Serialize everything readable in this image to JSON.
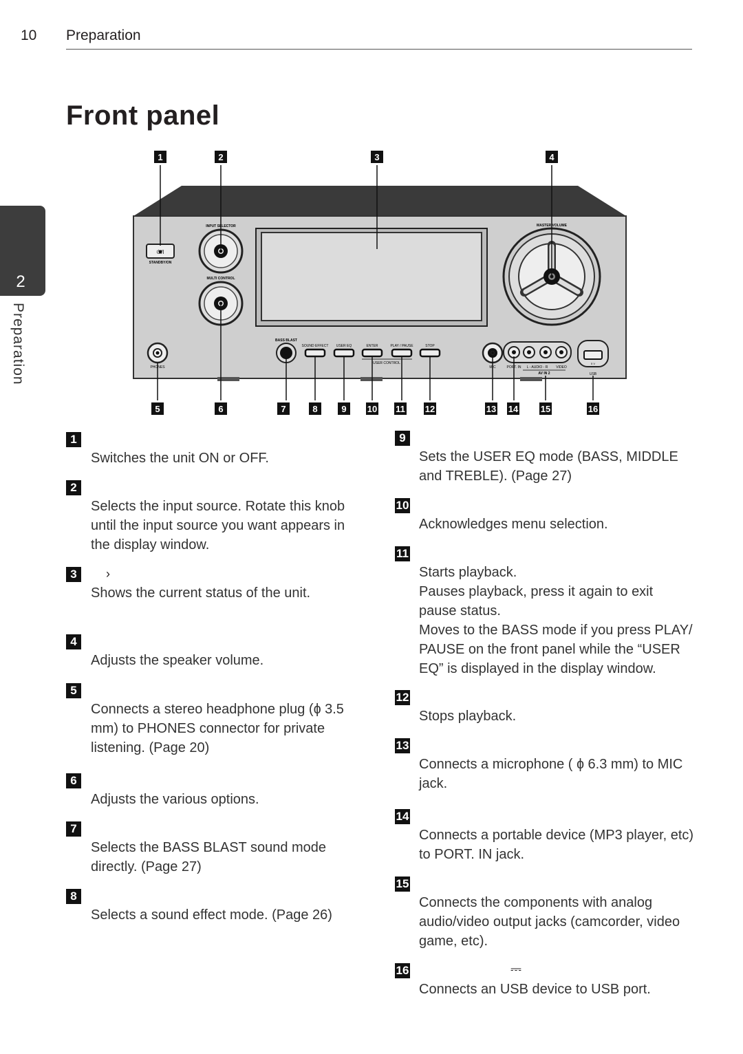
{
  "header": {
    "page_number": "10",
    "section": "Preparation"
  },
  "title": "Front panel",
  "side_tab": {
    "number": "2",
    "label": "Preparation"
  },
  "diagram": {
    "panel_labels": {
      "input_selector": "INPUT SELECTOR",
      "standby": "STANDBY/ON",
      "power": "⏻/I",
      "multi_control": "MULTI CONTROL",
      "master_volume": "MASTER VOLUME",
      "phones": "PHONES",
      "bass_blast": "BASS BLAST",
      "sound_effect": "SOUND EFFECT",
      "user_eq": "USER EQ",
      "enter": "ENTER",
      "play_pause": "PLAY / PAUSE",
      "stop": "STOP",
      "user_control": "USER CONTROL",
      "mic": "MIC",
      "port_in": "PORT. IN",
      "audio_in": "L - AUDIO - R",
      "video": "VIDEO",
      "av_in": "AV IN 2",
      "usb": "USB",
      "usb_rating": "5 V"
    },
    "callouts_top": [
      "1",
      "2",
      "3",
      "4"
    ],
    "callouts_bottom": [
      "5",
      "6",
      "7",
      "8",
      "9",
      "10",
      "11",
      "12",
      "13",
      "14",
      "15",
      "16"
    ]
  },
  "left_items": [
    {
      "num": "1",
      "symbol": "",
      "desc": "Switches the unit ON or OFF."
    },
    {
      "num": "2",
      "symbol": "",
      "desc": "Selects the input source. Rotate this knob until the input source you want appears in the display window."
    },
    {
      "num": "3",
      "symbol": "›",
      "desc": "Shows the current status of the unit."
    },
    {
      "num": "4",
      "symbol": "",
      "desc": "Adjusts the speaker volume."
    },
    {
      "num": "5",
      "symbol": "",
      "desc": "Connects a stereo headphone plug (ɸ 3.5 mm) to PHONES connector for private listening. (Page 20)"
    },
    {
      "num": "6",
      "symbol": "",
      "desc": "Adjusts the various options."
    },
    {
      "num": "7",
      "symbol": "",
      "desc": "Selects the BASS BLAST sound mode directly. (Page 27)"
    },
    {
      "num": "8",
      "symbol": "",
      "desc": "Selects a sound effect mode. (Page 26)"
    }
  ],
  "right_items": [
    {
      "num": "9",
      "symbol": "",
      "desc": "Sets the USER EQ mode (BASS, MIDDLE and TREBLE). (Page 27)"
    },
    {
      "num": "10",
      "symbol": "",
      "desc": "Acknowledges menu selection."
    },
    {
      "num": "11",
      "symbol": "",
      "desc": "Starts playback.\nPauses playback, press it again to exit pause status.\nMoves to the BASS mode if you press PLAY/ PAUSE on the front panel while the “USER EQ” is displayed in the display window."
    },
    {
      "num": "12",
      "symbol": "",
      "desc": "Stops playback."
    },
    {
      "num": "13",
      "symbol": "",
      "desc": "Connects a microphone ( ɸ 6.3 mm) to MIC jack."
    },
    {
      "num": "14",
      "symbol": "",
      "desc": "Connects a portable device (MP3 player, etc) to PORT. IN jack."
    },
    {
      "num": "15",
      "symbol": "",
      "desc": "Connects the components with analog audio/video output jacks (camcorder, video game, etc)."
    },
    {
      "num": "16",
      "symbol": "⎓",
      "desc": "Connects an USB device to USB port."
    }
  ]
}
